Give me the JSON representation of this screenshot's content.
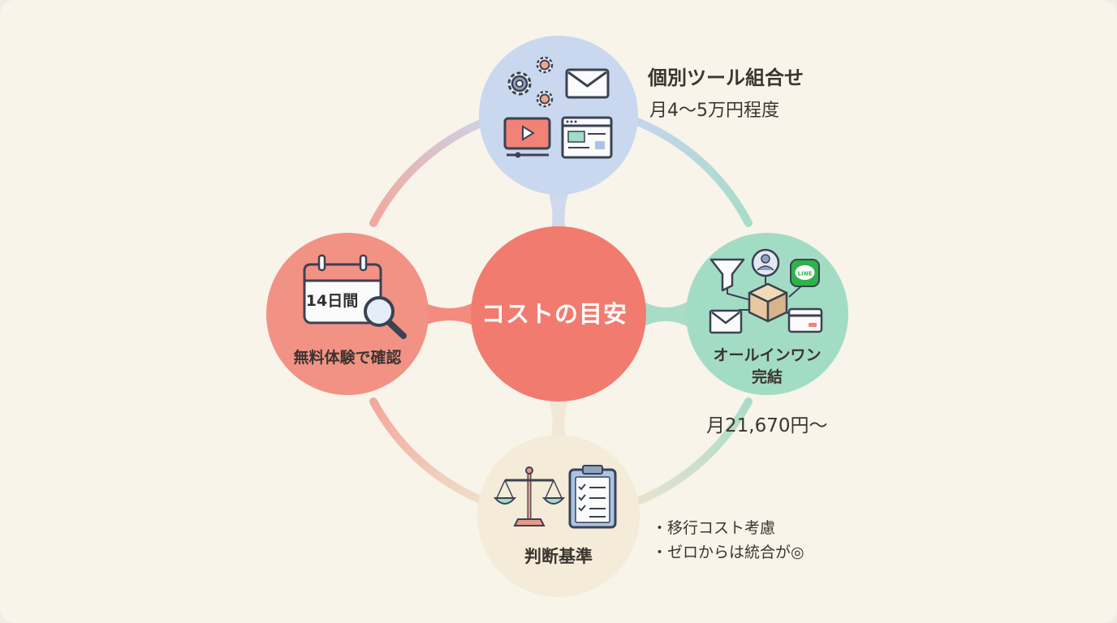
{
  "center": {
    "label": "コストの目安"
  },
  "top": {
    "title": "個別ツール組合せ",
    "price": "月4〜5万円程度"
  },
  "right": {
    "label_line1": "オールインワン",
    "label_line2": "完結",
    "price": "月21,670円〜",
    "line_badge": "LINE"
  },
  "left": {
    "calendar_text": "14日間",
    "label": "無料体験で確認"
  },
  "bottom": {
    "label": "判断基準",
    "notes": [
      "・移行コスト考慮",
      "・ゼロからは統合が◎"
    ]
  },
  "colors": {
    "background": "#f8f4ea",
    "center": "#f27b70",
    "top": "#c9d8ef",
    "right": "#a3dcc4",
    "left": "#f29284",
    "bottom": "#f4ebd8"
  },
  "icons": [
    "gear-icon",
    "envelope-icon",
    "video-player-icon",
    "browser-window-icon",
    "calendar-icon",
    "magnifier-icon",
    "funnel-icon",
    "user-icon",
    "line-app-icon",
    "box-icon",
    "credit-card-icon",
    "balance-scale-icon",
    "checklist-clipboard-icon"
  ]
}
